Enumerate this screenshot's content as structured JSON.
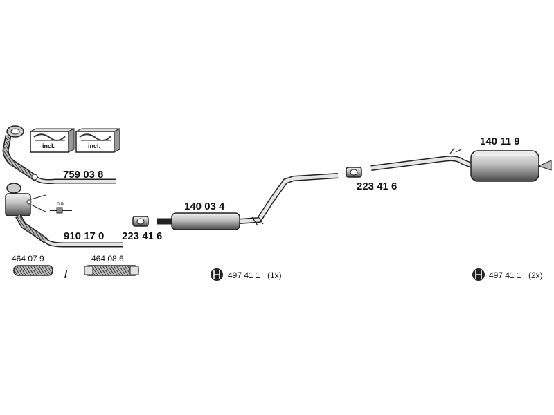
{
  "parts": {
    "downpipe_upper": "759 03 8",
    "downpipe_lower": "910 17 0",
    "flex_a": "464 07 9",
    "flex_separator": "/",
    "flex_b": "464 08 6",
    "clamp_front": "223 41 6",
    "middle_silencer": "140 03 4",
    "clamp_rear": "223 41 6",
    "rear_silencer": "140 11 9"
  },
  "mounting_kits": [
    {
      "number": "497 41 1",
      "qty": "(1x)",
      "icon": "mounting-kit-icon"
    },
    {
      "number": "497 41 1",
      "qty": "(2x)",
      "icon": "mounting-kit-icon"
    }
  ],
  "gasket_labels": [
    "incl.",
    "incl."
  ],
  "sensor_note": "n.a."
}
